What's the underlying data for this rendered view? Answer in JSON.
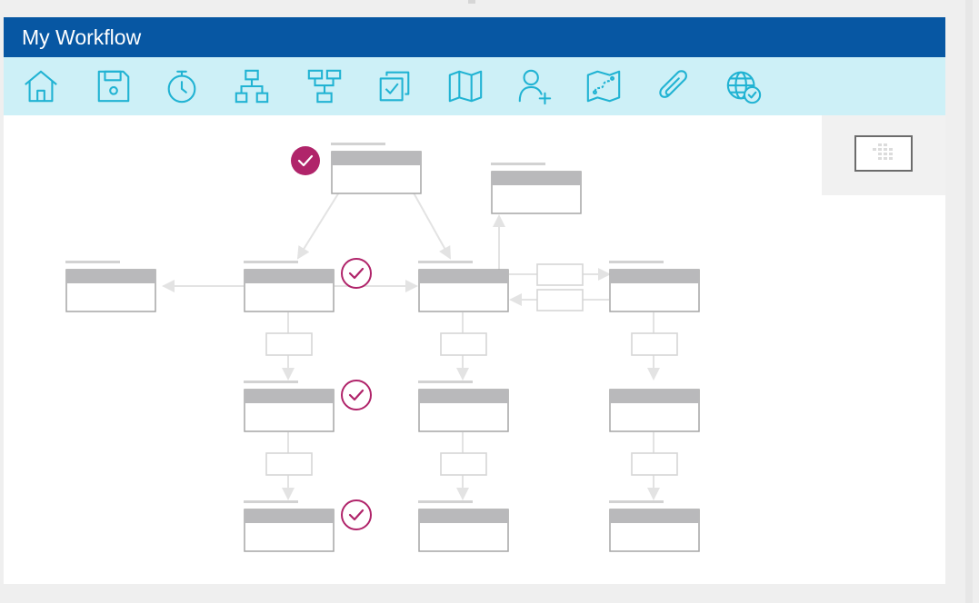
{
  "window": {
    "title": "My Workflow"
  },
  "colors": {
    "title_bar": "#0757a3",
    "toolbar": "#cdf0f7",
    "icon": "#21b3d3",
    "check": "#b0246a",
    "node_header": "#b9b9bb",
    "node_border": "#a6a6a6",
    "connector": "#e3e3e3"
  },
  "toolbar": {
    "icons": [
      {
        "name": "home-icon"
      },
      {
        "name": "save-icon"
      },
      {
        "name": "stopwatch-icon"
      },
      {
        "name": "hierarchy-icon"
      },
      {
        "name": "flowchart-icon"
      },
      {
        "name": "checklist-icon"
      },
      {
        "name": "map-icon"
      },
      {
        "name": "add-user-icon"
      },
      {
        "name": "route-map-icon"
      },
      {
        "name": "paperclip-icon"
      },
      {
        "name": "globe-check-icon"
      }
    ]
  },
  "canvas": {
    "minimap_icon": "grid-icon",
    "nodes": [
      {
        "id": "n1",
        "status": "completed-filled"
      },
      {
        "id": "n2",
        "status": "none"
      },
      {
        "id": "n3",
        "status": "none"
      },
      {
        "id": "n4",
        "status": "completed"
      },
      {
        "id": "n5",
        "status": "none"
      },
      {
        "id": "n6",
        "status": "none"
      },
      {
        "id": "n7",
        "status": "completed"
      },
      {
        "id": "n8",
        "status": "none"
      },
      {
        "id": "n9",
        "status": "none"
      },
      {
        "id": "n10",
        "status": "completed"
      },
      {
        "id": "n11",
        "status": "none"
      },
      {
        "id": "n12",
        "status": "none"
      }
    ]
  }
}
